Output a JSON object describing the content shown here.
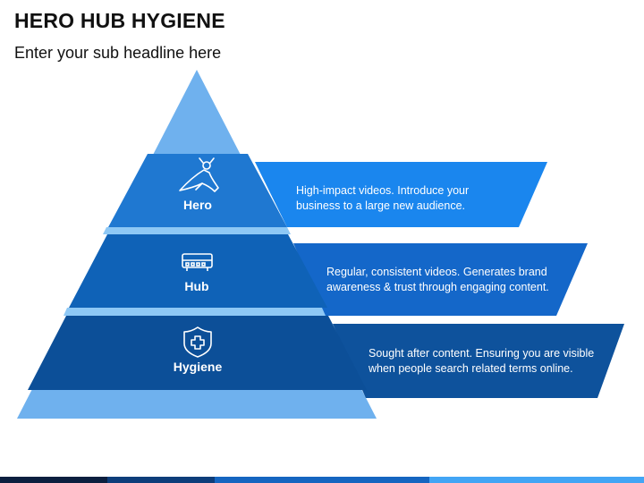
{
  "header": {
    "title": "HERO HUB HYGIENE",
    "subtitle": "Enter your sub headline here"
  },
  "tiers": [
    {
      "label": "Hero",
      "description_line1": "High-impact videos. Introduce your",
      "description_line2": "business to a large new audience.",
      "icon": "superhero-icon"
    },
    {
      "label": "Hub",
      "description_line1": "Regular, consistent videos. Generates brand",
      "description_line2": "awareness & trust through engaging content.",
      "icon": "hub-device-icon"
    },
    {
      "label": "Hygiene",
      "description_line1": "Sought after content. Ensuring you are visible",
      "description_line2": "when people search related terms online.",
      "icon": "shield-plus-icon"
    }
  ],
  "colors": {
    "light_blue": "#6fb1ee",
    "mid_blue": "#1f78d1",
    "hub_blue": "#0f62b7",
    "dark_blue": "#0c4f98",
    "footer": [
      "#0b1f3f",
      "#0d3d7a",
      "#1565c0",
      "#42a5f5"
    ]
  }
}
